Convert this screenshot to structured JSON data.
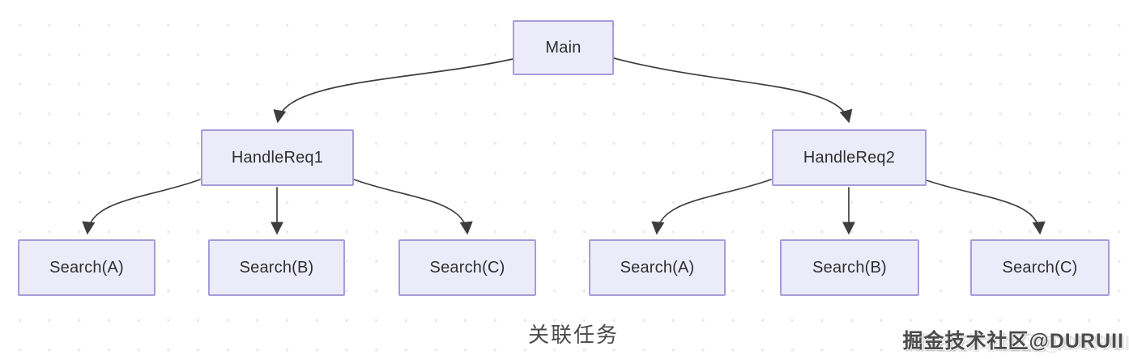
{
  "diagram": {
    "caption": "关联任务",
    "watermark": "掘金技术社区@DURUII",
    "nodes": [
      {
        "id": "main",
        "label": "Main"
      },
      {
        "id": "handlereq1",
        "label": "HandleReq1"
      },
      {
        "id": "handlereq2",
        "label": "HandleReq2"
      },
      {
        "id": "search-a-left",
        "label": "Search(A)"
      },
      {
        "id": "search-b-left",
        "label": "Search(B)"
      },
      {
        "id": "search-c-left",
        "label": "Search(C)"
      },
      {
        "id": "search-a-right",
        "label": "Search(A)"
      },
      {
        "id": "search-b-right",
        "label": "Search(B)"
      },
      {
        "id": "search-c-right",
        "label": "Search(C)"
      }
    ],
    "edges": [
      {
        "from": "main",
        "to": "handlereq1"
      },
      {
        "from": "main",
        "to": "handlereq2"
      },
      {
        "from": "handlereq1",
        "to": "search-a-left"
      },
      {
        "from": "handlereq1",
        "to": "search-b-left"
      },
      {
        "from": "handlereq1",
        "to": "search-c-left"
      },
      {
        "from": "handlereq2",
        "to": "search-a-right"
      },
      {
        "from": "handlereq2",
        "to": "search-b-right"
      },
      {
        "from": "handlereq2",
        "to": "search-c-right"
      }
    ],
    "colors": {
      "node_fill": "#ecebfa",
      "node_border": "#a79cd8",
      "edge": "#3d3d3d",
      "text": "#2f2f2f",
      "dot_grid": "#e7e7ee"
    }
  }
}
